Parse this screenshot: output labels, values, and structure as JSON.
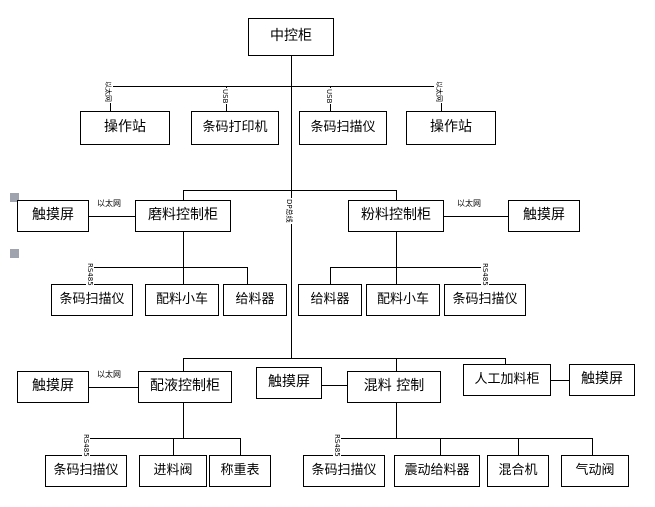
{
  "diagram": {
    "title": "中控柜",
    "nodes": {
      "central_cabinet": "中控柜",
      "operator_station_1": "操作站",
      "barcode_printer": "条码打印机",
      "barcode_scanner_top": "条码扫描仪",
      "operator_station_2": "操作站",
      "touch_screen_abrasive": "触摸屏",
      "abrasive_control_cabinet": "磨料控制柜",
      "powder_control_cabinet": "粉料控制柜",
      "touch_screen_powder": "触摸屏",
      "barcode_scanner_abrasive": "条码扫描仪",
      "batching_cart_abrasive": "配料小车",
      "feeder_abrasive": "给料器",
      "feeder_powder": "给料器",
      "batching_cart_powder": "配料小车",
      "barcode_scanner_powder": "条码扫描仪",
      "touch_screen_liquid": "触摸屏",
      "liquid_control_cabinet": "配液控制柜",
      "touch_screen_mixing": "触摸屏",
      "mixing_control": "混料 控制",
      "manual_feeding_cabinet": "人工加料柜",
      "touch_screen_manual": "触摸屏",
      "barcode_scanner_liquid": "条码扫描仪",
      "feed_valve": "进料阀",
      "weighing_scale": "称重表",
      "barcode_scanner_mixing": "条码扫描仪",
      "vibrating_feeder": "震动给料器",
      "mixer": "混合机",
      "pneumatic_valve": "气动阀"
    },
    "link_labels": {
      "ethernet": "以太网",
      "usb": "USB",
      "dp_bus": "DP总线",
      "rs485": "RS485"
    },
    "colors": {
      "line": "#000000",
      "box_fill": "#ffffff",
      "marker": "#9fa3ae"
    }
  }
}
